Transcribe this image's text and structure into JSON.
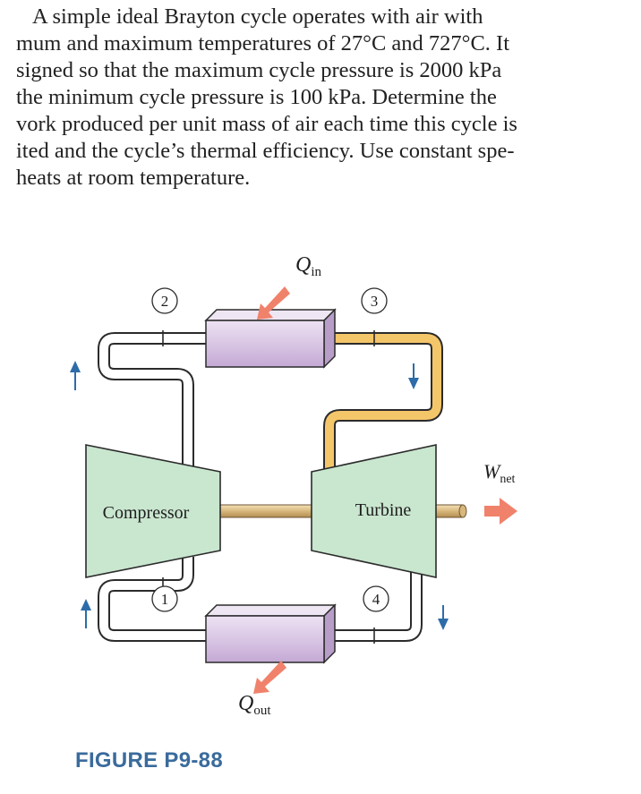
{
  "problem": {
    "lines": [
      "A simple ideal Brayton cycle operates with air with",
      "mum and maximum temperatures of 27°C and 727°C. It",
      "signed so that the maximum cycle pressure is 2000 kPa",
      "the minimum cycle pressure is 100 kPa. Determine the",
      "vork produced per unit mass of air each time this cycle is",
      "ited and the cycle’s thermal efficiency. Use constant spe-",
      "heats at room temperature."
    ]
  },
  "figure": {
    "compressor_label": "Compressor",
    "turbine_label": "Turbine",
    "heat_in": {
      "symbol": "Q",
      "subscript": "in"
    },
    "heat_out": {
      "symbol": "Q",
      "subscript": "out"
    },
    "work_net": {
      "symbol": "W",
      "subscript": "net"
    },
    "state_numbers": [
      "1",
      "2",
      "3",
      "4"
    ],
    "caption": "FIGURE P9-88",
    "colors": {
      "component_fill": "#c9e6cf",
      "heat_exchanger_fill": "#d9c6e4",
      "hot_pipe": "#f4c66a",
      "heat_arrow": "#f0826b",
      "flow_arrow": "#2d6ca8",
      "caption_color": "#3a6b9c"
    }
  }
}
